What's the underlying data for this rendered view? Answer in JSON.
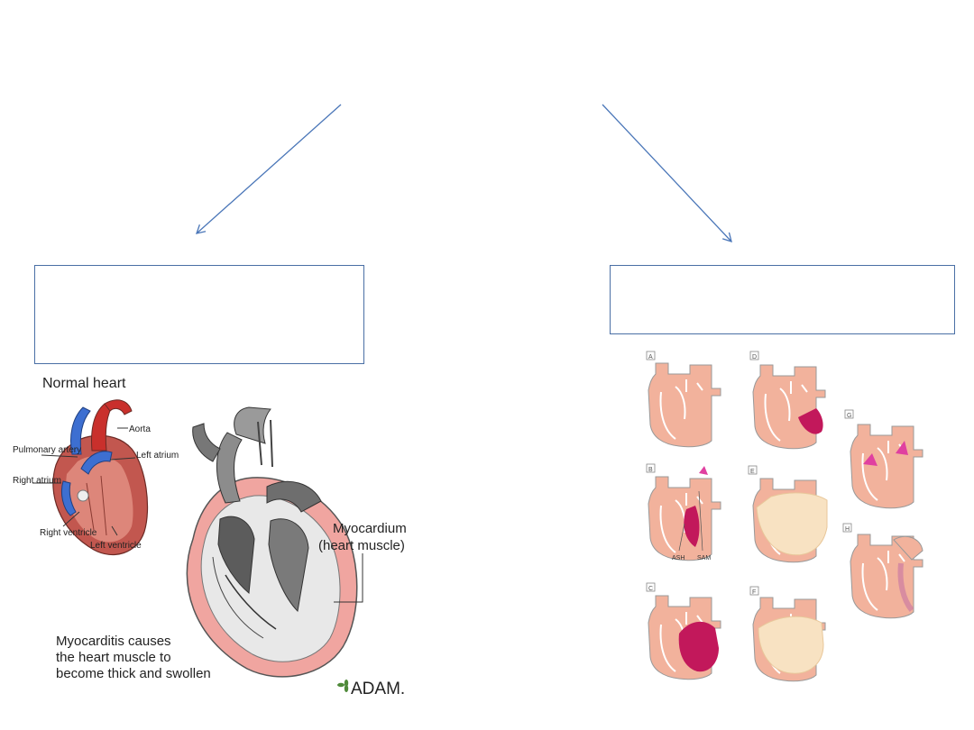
{
  "left_figure": {
    "title": "Normal heart",
    "labels": {
      "aorta": "Aorta",
      "pulmonary_artery": "Pulmonary artery",
      "left_atrium": "Left atrium",
      "right_atrium": "Right atrium",
      "right_ventricle": "Right ventricle",
      "left_ventricle": "Left ventricle",
      "myocardium": "Myocardium",
      "heart_muscle": "(heart muscle)"
    },
    "caption_lines": [
      "Myocarditis causes",
      "the heart muscle to",
      "become thick and swollen"
    ],
    "brand": "ADAM."
  },
  "right_figure": {
    "panel_letters": [
      "A",
      "D",
      "G",
      "B",
      "E",
      "H",
      "C",
      "F"
    ],
    "annotations": {
      "ash": "ASH",
      "sam": "SAM"
    }
  },
  "colors": {
    "arrow": "#4a76b8",
    "box_border": "#4a6fa5",
    "heart_tissue": "#f2b29c",
    "thickened": "#c2185b",
    "dilated": "#f8e2c2"
  }
}
